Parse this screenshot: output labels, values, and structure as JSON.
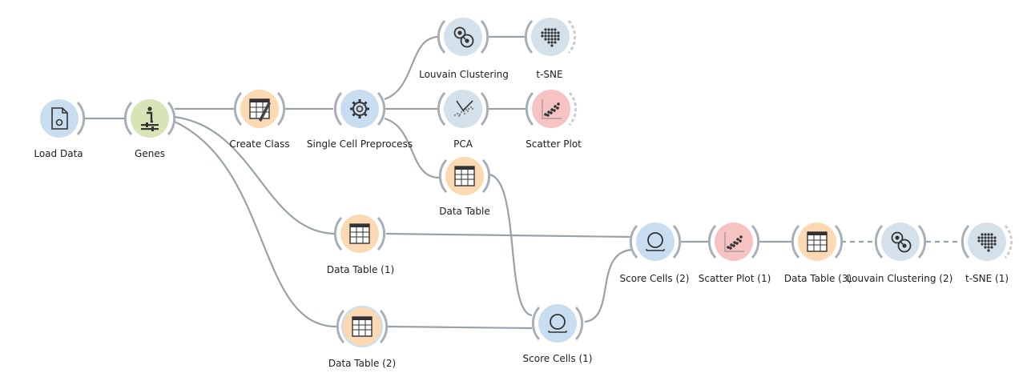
{
  "canvas": {
    "background": "#ffffff",
    "link_color": "#98a2aa"
  },
  "nodes": {
    "load_data": {
      "label": "Load Data",
      "icon": "file-icon",
      "color": "#c9ddf0"
    },
    "genes": {
      "label": "Genes",
      "icon": "info-icon",
      "color": "#d8e4b6"
    },
    "create_class": {
      "label": "Create Class",
      "icon": "table-pencil-icon",
      "color": "#fcd9b2"
    },
    "preprocess": {
      "label": "Single Cell Preprocess",
      "icon": "gear-icon",
      "color": "#c9ddf0"
    },
    "louvain": {
      "label": "Louvain Clustering",
      "icon": "louvain-icon",
      "color": "#d4e1ea"
    },
    "tsne": {
      "label": "t-SNE",
      "icon": "dot-matrix-icon",
      "color": "#d4e1ea"
    },
    "pca": {
      "label": "PCA",
      "icon": "pca-icon",
      "color": "#d4e1ea"
    },
    "scatter": {
      "label": "Scatter Plot",
      "icon": "scatter-icon",
      "color": "#f7c2c2"
    },
    "data_table": {
      "label": "Data Table",
      "icon": "table-icon",
      "color": "#fcd9b2"
    },
    "data_table_1": {
      "label": "Data Table (1)",
      "icon": "table-icon",
      "color": "#fcd9b2"
    },
    "data_table_2": {
      "label": "Data Table (2)",
      "icon": "table-icon",
      "color": "#fcd9b2"
    },
    "score_cells_1": {
      "label": "Score Cells (1)",
      "icon": "score-icon",
      "color": "#c9ddf0"
    },
    "score_cells_2": {
      "label": "Score Cells (2)",
      "icon": "score-icon",
      "color": "#c9ddf0"
    },
    "scatter_1": {
      "label": "Scatter Plot (1)",
      "icon": "scatter-icon",
      "color": "#f7c2c2"
    },
    "data_table_3": {
      "label": "Data Table (3)",
      "icon": "table-icon",
      "color": "#fcd9b2"
    },
    "louvain_2": {
      "label": "Louvain Clustering (2)",
      "icon": "louvain-icon",
      "color": "#d4e1ea"
    },
    "tsne_1": {
      "label": "t-SNE (1)",
      "icon": "dot-matrix-icon",
      "color": "#d4e1ea"
    }
  }
}
